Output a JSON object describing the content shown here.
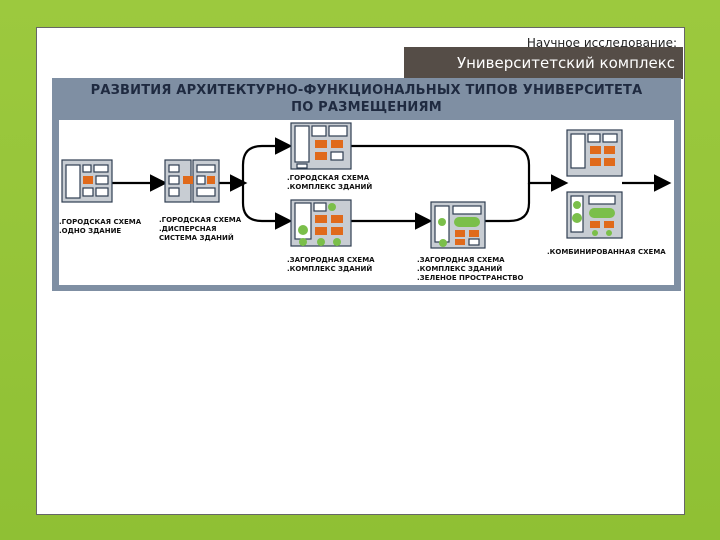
{
  "header": {
    "subtitle": "Научное исследование:",
    "title": "Университетский комплекс"
  },
  "diagram": {
    "title_line1": "РАЗВИТИЯ АРХИТЕКТУРНО-ФУНКЦИОНАЛЬНЫХ ТИПОВ УНИВЕРСИТЕТА",
    "title_line2": "ПО РАЗМЕЩЕНИЯМ",
    "stages": {
      "s1": [
        ".ГОРОДСКАЯ СХЕМА",
        ".ОДНО ЗДАНИЕ"
      ],
      "s2": [
        ".ГОРОДСКАЯ СХЕМА",
        ".ДИСПЕРСНАЯ",
        " СИСТЕМА ЗДАНИЙ"
      ],
      "s3": [
        ".ГОРОДСКАЯ СХЕМА",
        ".КОМПЛЕКС ЗДАНИЙ"
      ],
      "s4": [
        ".ЗАГОРОДНАЯ СХЕМА",
        ".КОМПЛЕКС ЗДАНИЙ"
      ],
      "s5": [
        ".ЗАГОРОДНАЯ СХЕМА",
        ".КОМПЛЕКС ЗДАНИЙ",
        ".ЗЕЛЕНОЕ ПРОСТРАНСТВО"
      ],
      "s6": [
        ".КОМБИНИРОВАННАЯ СХЕМА"
      ]
    },
    "colors": {
      "frame": "#7f8fa3",
      "block_fill": "#c8cdd3",
      "block_stroke": "#2f3e52",
      "accent_orange": "#e06a1b",
      "accent_green": "#7bbf4a",
      "arrow": "#000000"
    }
  }
}
